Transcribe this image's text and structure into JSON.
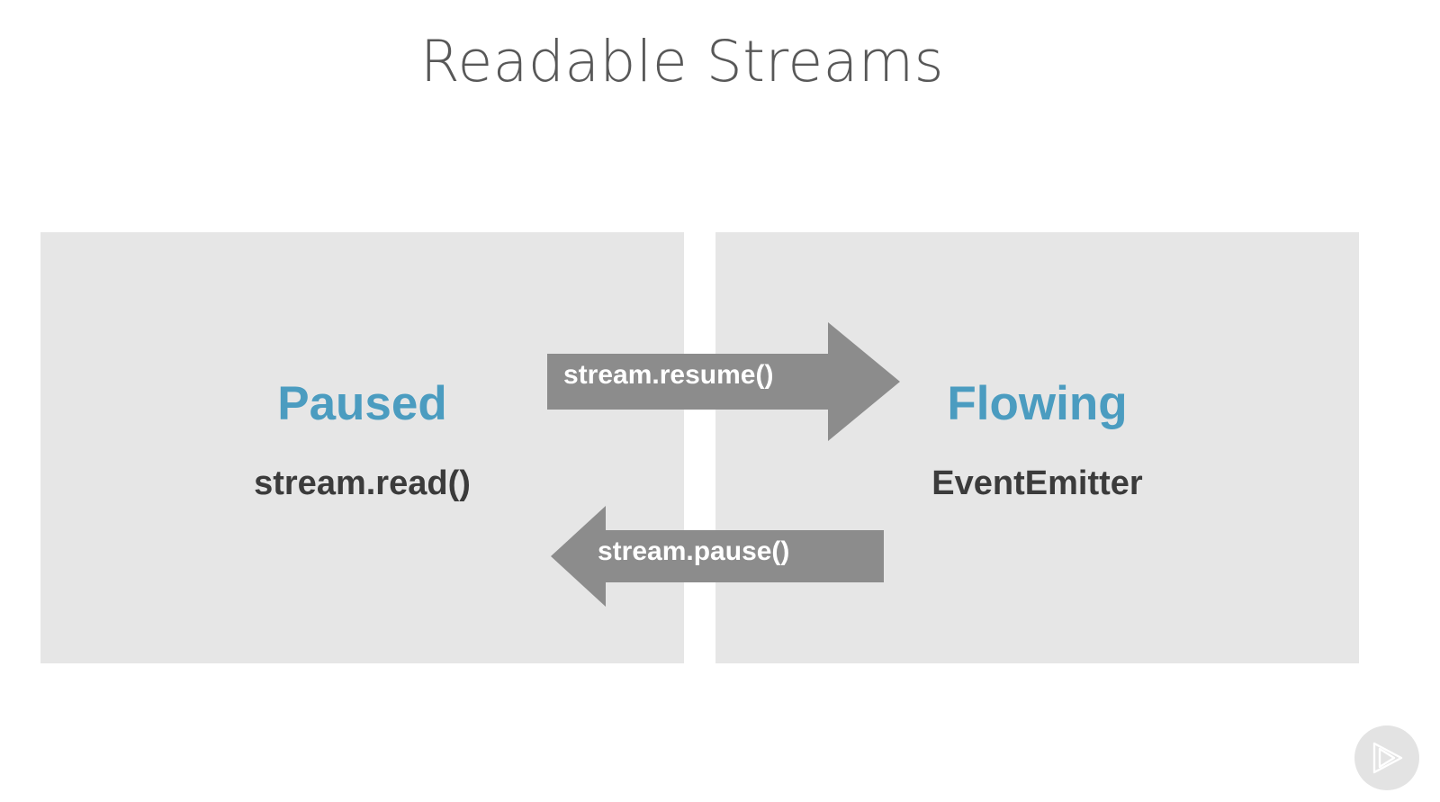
{
  "slide": {
    "title": "Readable Streams",
    "background_color": "#ffffff",
    "title_color": "#585858"
  },
  "panels": [
    {
      "id": "paused",
      "title": "Paused",
      "subtitle": "stream.read()",
      "background_color": "#e6e6e6",
      "title_color": "#4b9cc0",
      "subtitle_color": "#3b3b3b"
    },
    {
      "id": "flowing",
      "title": "Flowing",
      "subtitle": "EventEmitter",
      "background_color": "#e6e6e6",
      "title_color": "#4b9cc0",
      "subtitle_color": "#3b3b3b"
    }
  ],
  "arrows": [
    {
      "id": "resume",
      "label": "stream.resume()",
      "direction": "right",
      "from": "Paused",
      "to": "Flowing",
      "color": "#8c8c8c",
      "label_color": "#ffffff"
    },
    {
      "id": "pause",
      "label": "stream.pause()",
      "direction": "left",
      "from": "Flowing",
      "to": "Paused",
      "color": "#8c8c8c",
      "label_color": "#ffffff"
    }
  ],
  "watermark": {
    "icon": "play-triangle-logo",
    "circle_color": "#e3e3e3",
    "glyph_color": "#ffffff"
  }
}
